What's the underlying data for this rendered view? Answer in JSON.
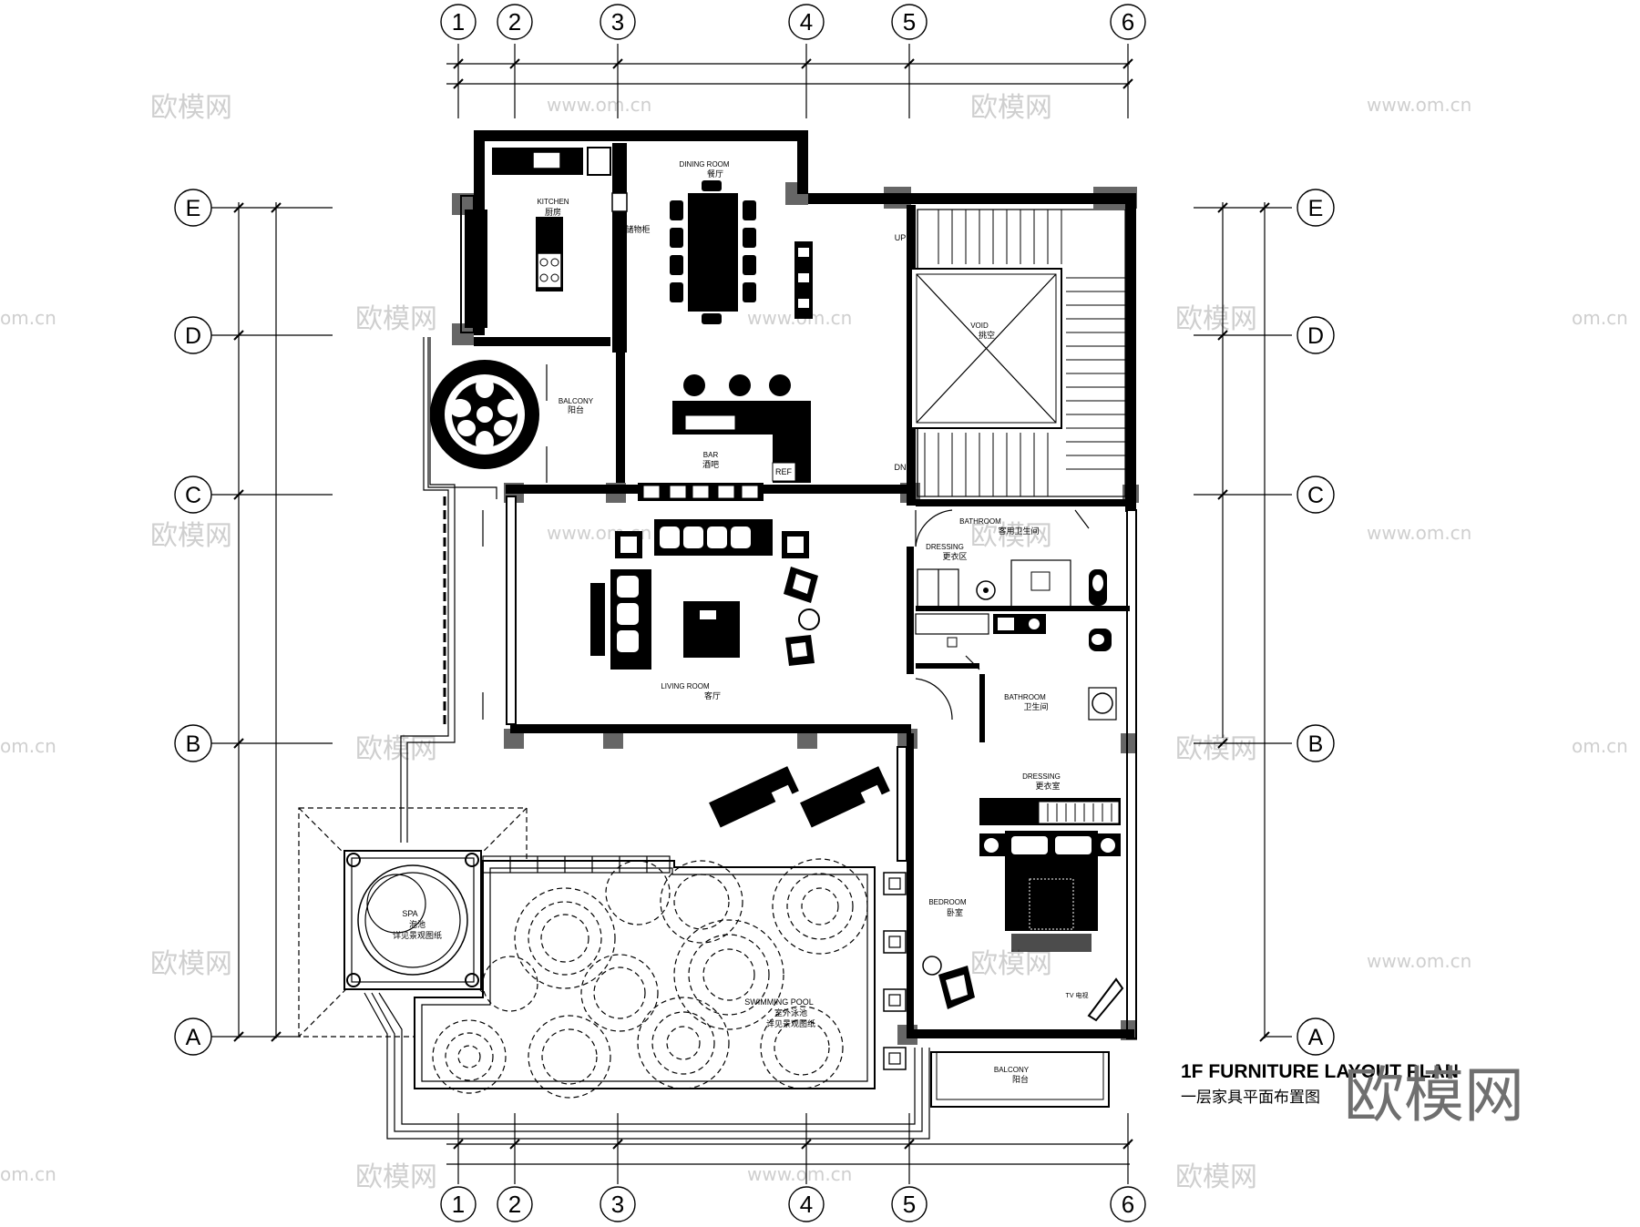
{
  "grid": {
    "columns": [
      "1",
      "2",
      "3",
      "4",
      "5",
      "6"
    ],
    "rows": [
      "E",
      "D",
      "C",
      "B",
      "A"
    ]
  },
  "rooms": {
    "kitchen": {
      "en": "KITCHEN",
      "cn": "厨房"
    },
    "dining": {
      "en": "DINING ROOM",
      "cn": "餐厅"
    },
    "pantry": {
      "cn": "储物柜"
    },
    "balcony_nw": {
      "en": "BALCONY",
      "cn": "阳台"
    },
    "bar": {
      "en": "BAR",
      "cn": "酒吧"
    },
    "ref": {
      "en": "REF"
    },
    "void": {
      "en": "VOID",
      "cn": "挑空"
    },
    "stair_up": {
      "en": "UP"
    },
    "stair_dn": {
      "en": "DN"
    },
    "guest_bath": {
      "en": "BATHROOM",
      "cn": "客用卫生间"
    },
    "dressing_1": {
      "en": "DRESSING",
      "cn": "更衣区"
    },
    "living": {
      "en": "LIVING ROOM",
      "cn": "客厅"
    },
    "bathroom": {
      "en": "BATHROOM",
      "cn": "卫生间"
    },
    "dressing_2": {
      "en": "DRESSING",
      "cn": "更衣室"
    },
    "bedroom": {
      "en": "BEDROOM",
      "cn": "卧室"
    },
    "tv": {
      "en": "TV",
      "cn": "电视"
    },
    "balcony_se": {
      "en": "BALCONY",
      "cn": "阳台"
    },
    "spa": {
      "en": "SPA",
      "cn": "泡池",
      "note": "详见景观图纸"
    },
    "pool": {
      "en": "SWIMMING POOL",
      "cn": "室外泳池",
      "note": "详见景观图纸"
    }
  },
  "drawing_title": {
    "en": "1F FURNITURE LAYOUT PLAN",
    "cn": "一层家具平面布置图"
  },
  "watermark": {
    "logo": "欧模网",
    "url": "www.om.cn",
    "domain": "om.cn"
  }
}
